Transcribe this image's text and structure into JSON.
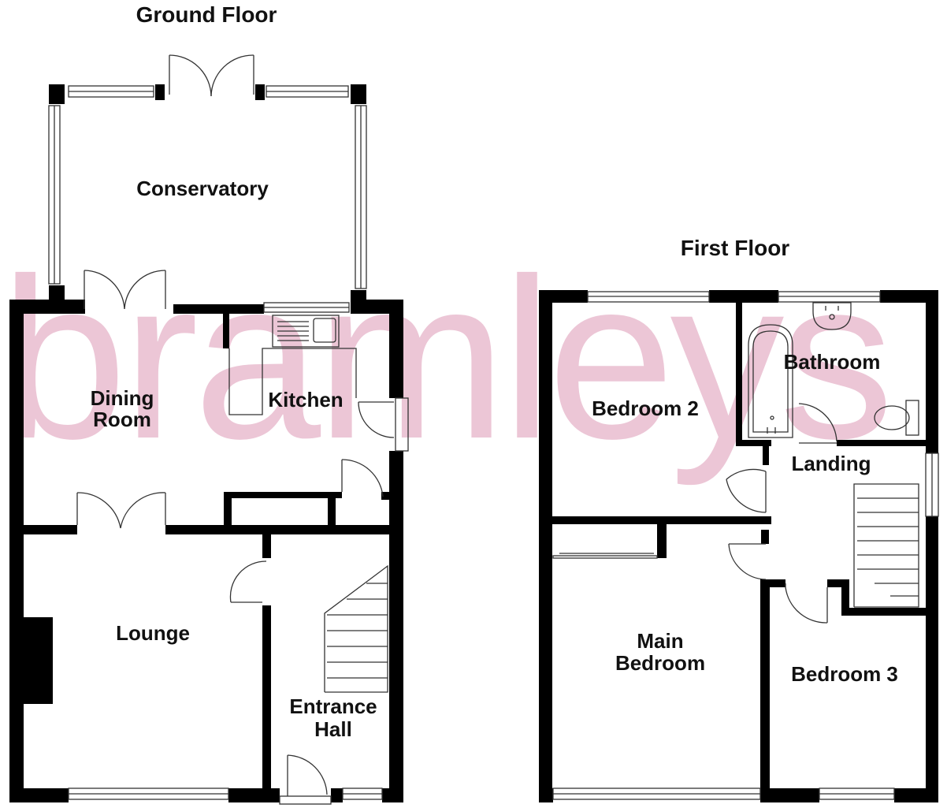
{
  "watermark": "bramleys",
  "colors": {
    "wall": "#000000",
    "watermark": "#ecc6d6",
    "background": "#ffffff"
  },
  "floors": [
    {
      "title": "Ground Floor",
      "rooms": [
        "Conservatory",
        "Dining",
        "Room",
        "Kitchen",
        "Lounge",
        "Entrance",
        "Hall"
      ]
    },
    {
      "title": "First Floor",
      "rooms": [
        "Bedroom 2",
        "Bathroom",
        "Landing",
        "Main",
        "Bedroom",
        "Bedroom 3"
      ]
    }
  ]
}
